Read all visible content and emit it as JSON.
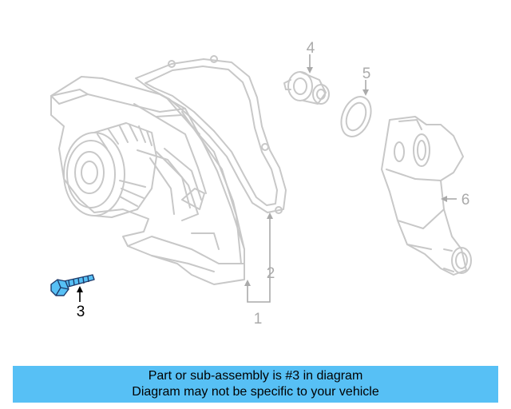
{
  "diagram": {
    "callouts": [
      "1",
      "2",
      "3",
      "4",
      "5",
      "6"
    ],
    "colors": {
      "outline": "#c8c8c8",
      "callout_inactive": "#aaaaaa",
      "callout_active": "#000000",
      "highlight_fill": "#57c0f5",
      "highlight_stroke": "#1e3b6b"
    },
    "highlighted_part": "3"
  },
  "banner": {
    "line1": "Part or sub-assembly is #3 in diagram",
    "line2": "Diagram may not be specific to your vehicle",
    "background": "#57c0f5"
  }
}
